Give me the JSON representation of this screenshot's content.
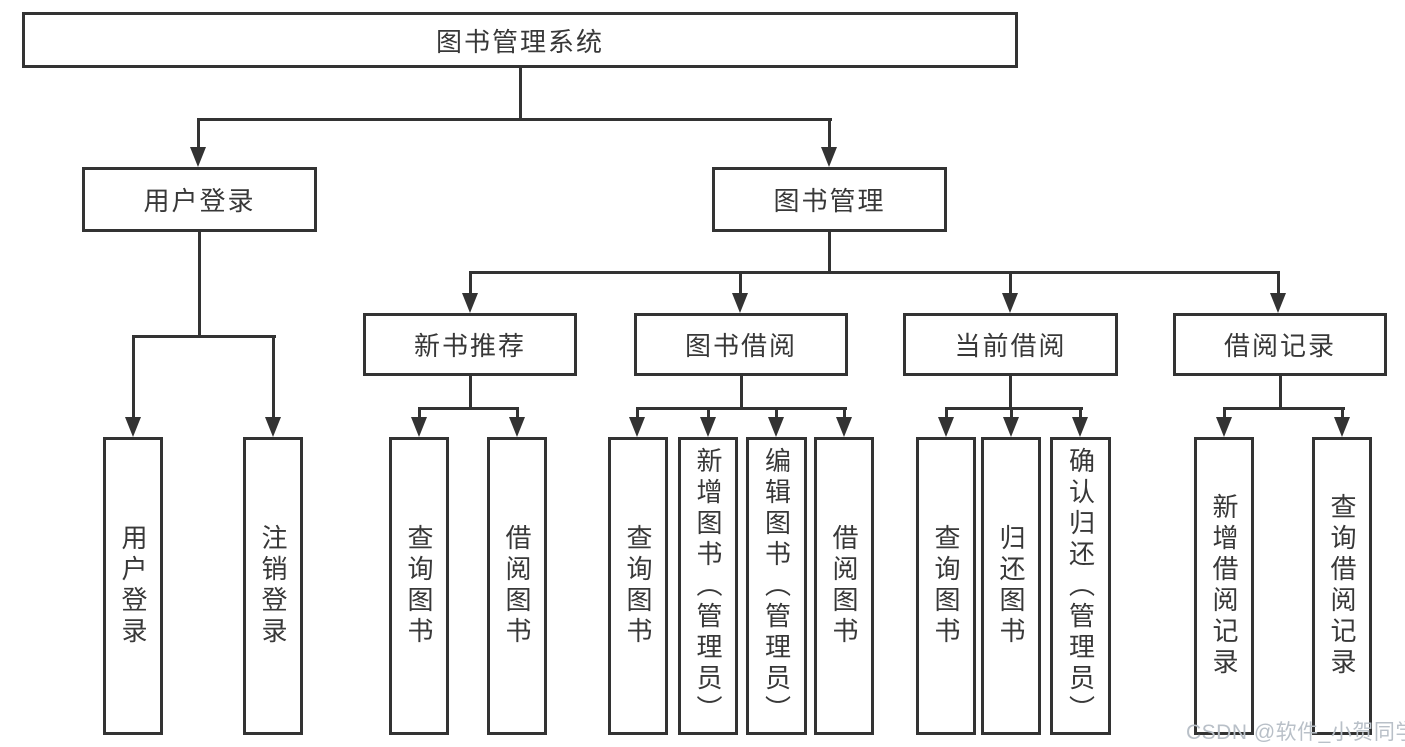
{
  "diagram": {
    "type": "tree",
    "root": {
      "label": "图书管理系统"
    },
    "branches": [
      {
        "label": "用户登录",
        "children": [
          {
            "label": "用户登录"
          },
          {
            "label": "注销登录"
          }
        ]
      },
      {
        "label": "图书管理",
        "children": [
          {
            "label": "新书推荐",
            "children": [
              {
                "label": "查询图书"
              },
              {
                "label": "借阅图书"
              }
            ]
          },
          {
            "label": "图书借阅",
            "children": [
              {
                "label": "查询图书"
              },
              {
                "label": "新增图书（管理员）"
              },
              {
                "label": "编辑图书（管理员）"
              },
              {
                "label": "借阅图书"
              }
            ]
          },
          {
            "label": "当前借阅",
            "children": [
              {
                "label": "查询图书"
              },
              {
                "label": "归还图书"
              },
              {
                "label": "确认归还（管理员）"
              }
            ]
          },
          {
            "label": "借阅记录",
            "children": [
              {
                "label": "新增借阅记录"
              },
              {
                "label": "查询借阅记录"
              }
            ]
          }
        ]
      }
    ],
    "colors": {
      "line": "#333333",
      "box_border": "#333333",
      "box_fill": "#ffffff",
      "text": "#383838",
      "background": "#ffffff",
      "watermark": "#b9c0c8"
    }
  },
  "watermark": {
    "text": "CSDN @软件_小贺同学"
  }
}
